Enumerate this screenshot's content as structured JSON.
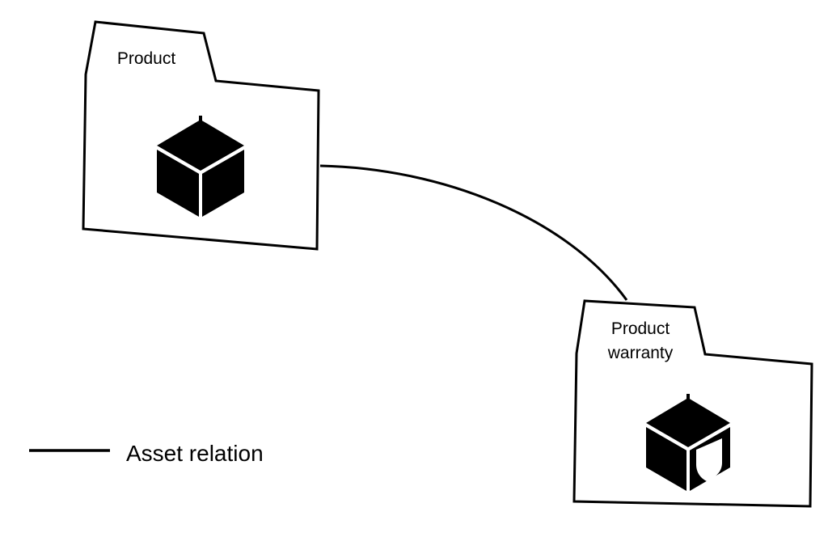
{
  "diagram": {
    "background_color": "#ffffff",
    "stroke_color": "#000000",
    "nodes": [
      {
        "id": "product",
        "label_lines": [
          "Product"
        ],
        "label_line_1": "Product",
        "icon": "cube-icon",
        "shape": "folder"
      },
      {
        "id": "product-warranty",
        "label_lines": [
          "Product",
          "warranty"
        ],
        "label_line_1": "Product",
        "label_line_2": "warranty",
        "icon": "cube-shield-icon",
        "shape": "folder"
      }
    ],
    "edges": [
      {
        "id": "product-to-warranty",
        "from": "product",
        "to": "product-warranty",
        "style": "curve",
        "relation": "Asset relation"
      }
    ],
    "legend": {
      "items": [
        {
          "sample": "solid-line",
          "label": "Asset relation"
        }
      ],
      "asset_relation_label": "Asset relation"
    }
  }
}
